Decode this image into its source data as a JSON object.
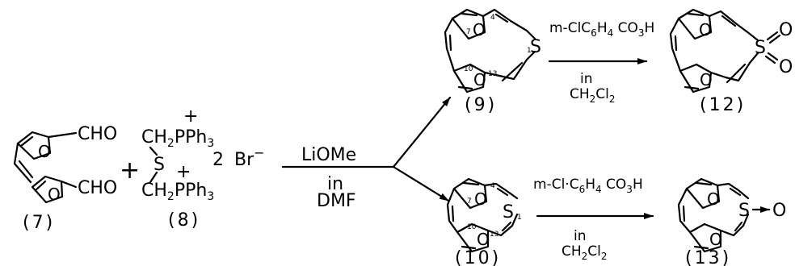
{
  "compounds": {
    "c7": {
      "label": "(7)",
      "cho_top": "CHO",
      "cho_bottom": "CHO",
      "ring_o": "O"
    },
    "c8": {
      "label": "(8)",
      "row1": "CH",
      "row1_sub": "2",
      "row1_p": "PPh",
      "row1_p_sub": "3",
      "plus1": "+",
      "plus2": "+",
      "sulfur": "S",
      "count": "2",
      "anion": "Br",
      "anion_charge": "−",
      "row2": "CH",
      "row2_sub": "2",
      "row2_p": "PPh",
      "row2_p_sub": "3"
    },
    "c9": {
      "label": "(9)",
      "sulfur": "S",
      "ring_o": "O",
      "locants": [
        "1",
        "4",
        "7",
        "10",
        "13"
      ]
    },
    "c10": {
      "label": "(10)",
      "sulfur": "S",
      "ring_o": "O",
      "locants": [
        "1",
        "4",
        "7",
        "10",
        "13"
      ]
    },
    "c12": {
      "label": "(12)",
      "sulfur": "S",
      "ring_o": "O",
      "oxo1": "O",
      "oxo2": "O"
    },
    "c13": {
      "label": "(13)",
      "sulfur": "S",
      "ring_o": "O",
      "oxo": "O"
    }
  },
  "operators": {
    "plus": "+"
  },
  "reactions": {
    "main": {
      "reagent": "LiOMe",
      "solvent_line1": "in",
      "solvent_line2": "DMF"
    },
    "upper": {
      "reagent_a": "m-ClC",
      "reagent_a_sub": "6",
      "reagent_b": "H",
      "reagent_b_sub": "4",
      "reagent_c": " CO",
      "reagent_c_sub": "3",
      "reagent_d": "H",
      "solvent_line1": "in",
      "solvent_a": "CH",
      "solvent_a_sub": "2",
      "solvent_b": "Cl",
      "solvent_b_sub": "2"
    },
    "lower": {
      "reagent_a": "m-Cl·C",
      "reagent_a_sub": "6",
      "reagent_b": "H",
      "reagent_b_sub": "4",
      "reagent_c": " CO",
      "reagent_c_sub": "3",
      "reagent_d": "H",
      "solvent_line1": "in",
      "solvent_a": "CH",
      "solvent_a_sub": "2",
      "solvent_b": "Cl",
      "solvent_b_sub": "2"
    }
  }
}
